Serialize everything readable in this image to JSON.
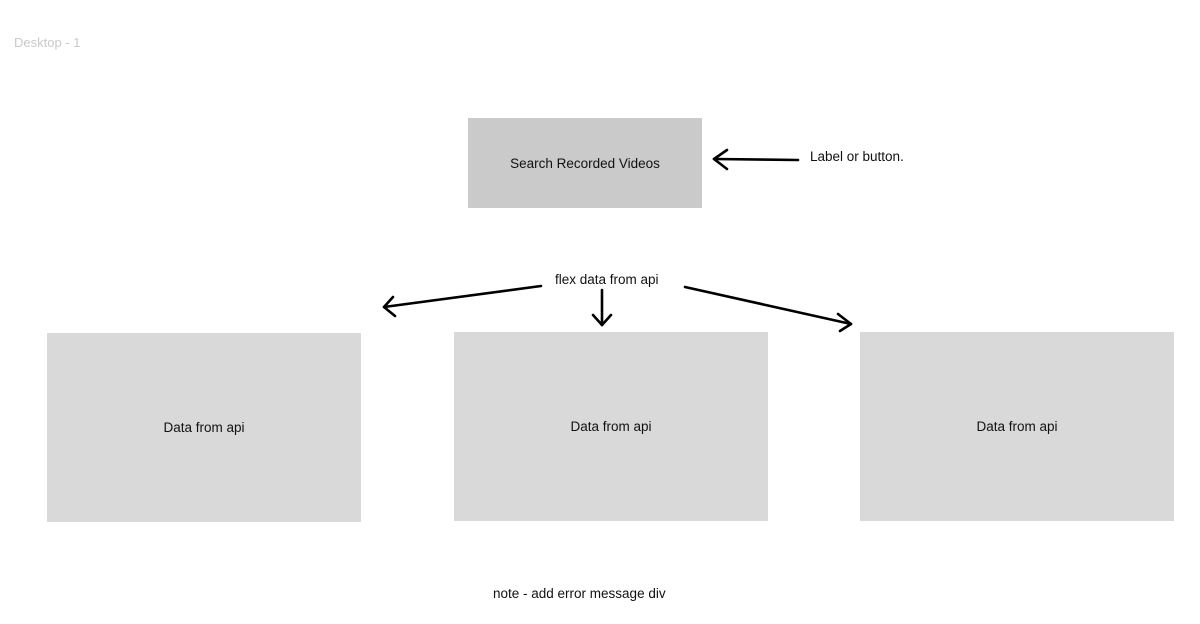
{
  "frame": {
    "title": "Desktop - 1"
  },
  "search": {
    "label": "Search Recorded Videos"
  },
  "annotations": {
    "label_or_button": "Label or button.",
    "flex_data": "flex data from api",
    "error_note": "note - add error message div"
  },
  "data_cards": [
    {
      "label": "Data from api"
    },
    {
      "label": "Data from api"
    },
    {
      "label": "Data from api"
    }
  ],
  "colors": {
    "search_box": "#cacaca",
    "data_box": "#d9d9d9",
    "frame_label": "#c9c9c9",
    "arrow": "#000000"
  },
  "icons": [
    "arrow-left-icon",
    "arrow-down-left-icon",
    "arrow-down-icon",
    "arrow-down-right-icon"
  ]
}
